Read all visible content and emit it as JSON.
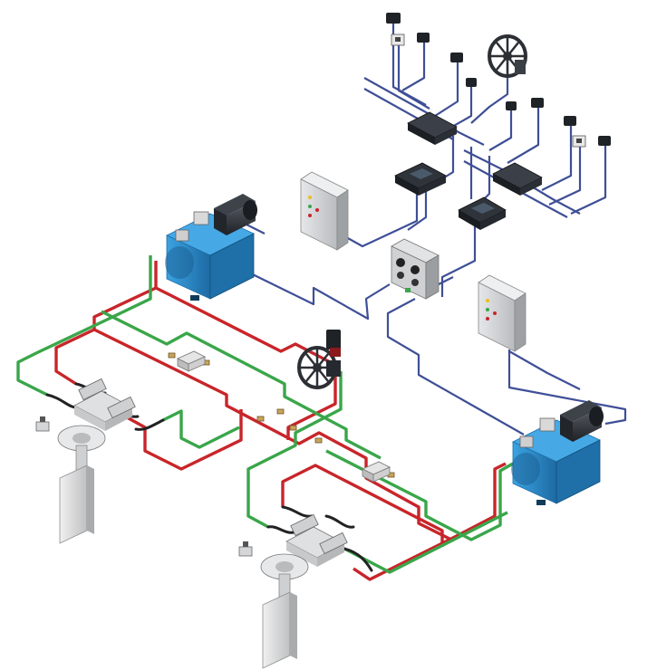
{
  "colors": {
    "background": "#ffffff",
    "hydraulic_pressure": "#c8252a",
    "hydraulic_return": "#3aa64a",
    "signal_cable": "#3f4f96",
    "black_hose": "#222222",
    "tank_blue": "#2e8fd0",
    "tank_blue_dark": "#1f6fa8",
    "cabinet_grey": "#d4d6d8",
    "rudder_grey": "#d9dadb",
    "console_dark": "#2a2e33"
  },
  "components": {
    "steering_stations": [
      "control-lever",
      "control-lever",
      "control-lever",
      "control-lever",
      "control-lever",
      "control-lever",
      "control-lever",
      "control-lever",
      "control-lever",
      "control-lever"
    ],
    "helm_wheels": [
      "bridge-helm-wheel",
      "emergency-helm-wheel"
    ],
    "control_units": [
      "autopilot-unit",
      "autopilot-unit"
    ],
    "electrical_cabinets": [
      "starter-cabinet",
      "starter-cabinet"
    ],
    "alarm_panel": "gauge-panel",
    "power_units": [
      "hydraulic-power-unit",
      "hydraulic-power-unit"
    ],
    "steering_gears": [
      "steering-gear",
      "steering-gear"
    ],
    "rudders": [
      "rudder",
      "rudder"
    ]
  }
}
